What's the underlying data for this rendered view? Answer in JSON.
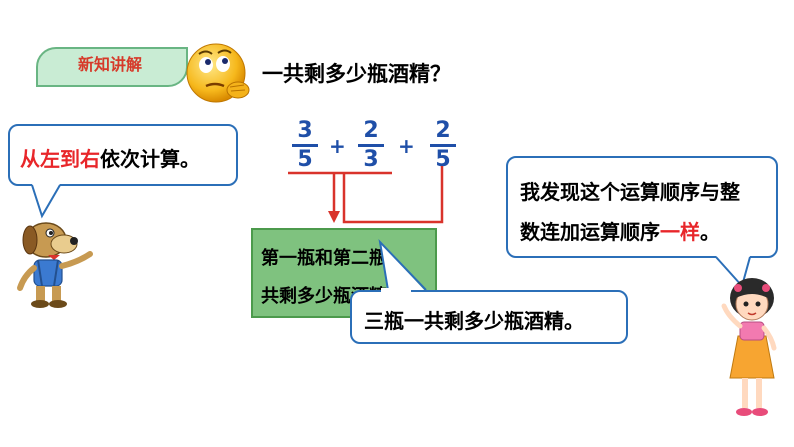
{
  "header": {
    "tag_label": "新知讲解"
  },
  "question": "一共剩多少瓶酒精？",
  "expression": {
    "fractions": [
      {
        "numerator": "3",
        "denominator": "5"
      },
      {
        "numerator": "2",
        "denominator": "3"
      },
      {
        "numerator": "2",
        "denominator": "5"
      }
    ],
    "operators": [
      "+",
      "+"
    ]
  },
  "left_bubble": {
    "highlight": "从左到右",
    "rest": "依次计算。"
  },
  "green_box": {
    "line1": "第一瓶和第二瓶",
    "line2": "共剩多少瓶酒精"
  },
  "bottom_bubble": {
    "text": "三瓶一共剩多少瓶酒精。"
  },
  "right_bubble": {
    "line1": "我发现这个运算顺序与整",
    "line2_prefix": "数连加运算顺序",
    "line2_highlight": "一样",
    "line2_suffix": "。"
  },
  "colors": {
    "fraction_blue": "#1f4fa8",
    "bracket_red": "#d9332b",
    "bubble_border": "#2b6fb8",
    "highlight_red": "#e8262a",
    "green_box": "#7fc27f",
    "tag_fill": "#c9ecd4"
  },
  "icons": [
    "thinking-face-icon",
    "cartoon-dog-icon",
    "cartoon-girl-icon"
  ]
}
